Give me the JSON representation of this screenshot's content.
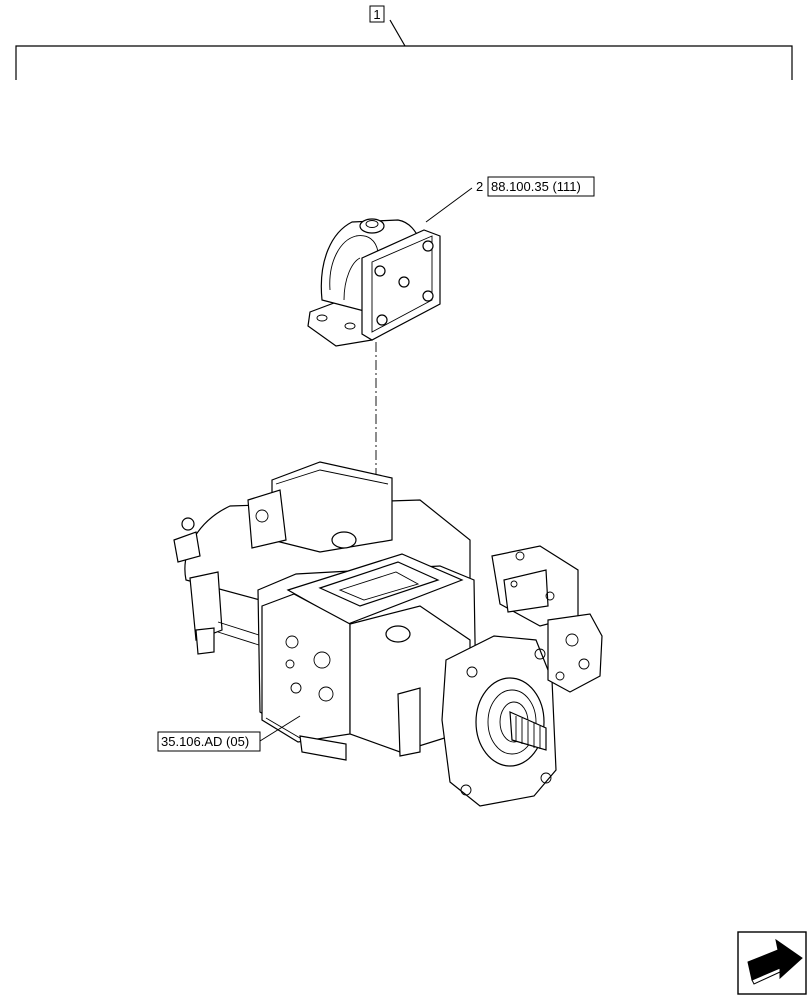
{
  "callouts": {
    "item_1": {
      "number": "1"
    },
    "item_2": {
      "number": "2",
      "reference": "88.100.35 (111)"
    },
    "item_pump": {
      "reference": "35.106.AD (05)"
    }
  }
}
